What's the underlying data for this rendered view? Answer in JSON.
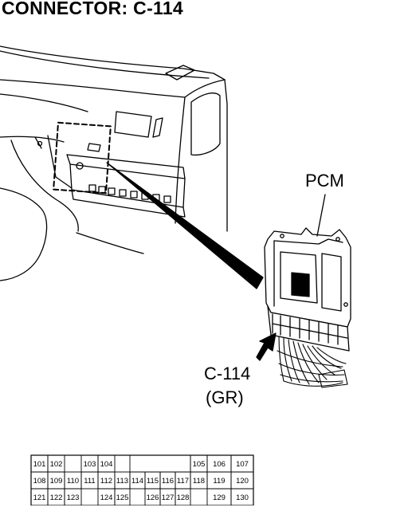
{
  "diagram": {
    "title": "CONNECTOR: C-114",
    "component_label": "PCM",
    "connector_label": "C-114",
    "connector_color": "(GR)"
  },
  "pin_layout": {
    "rows": [
      [
        "101",
        "102",
        "",
        "103",
        "104",
        "",
        "",
        "",
        "",
        "",
        "105",
        "106",
        "107"
      ],
      [
        "108",
        "109",
        "110",
        "111",
        "112",
        "113",
        "114",
        "115",
        "116",
        "117",
        "118",
        "119",
        "120"
      ],
      [
        "121",
        "122",
        "123",
        "",
        "124",
        "125",
        "",
        "126",
        "127",
        "128",
        "",
        "129",
        "130"
      ]
    ]
  }
}
